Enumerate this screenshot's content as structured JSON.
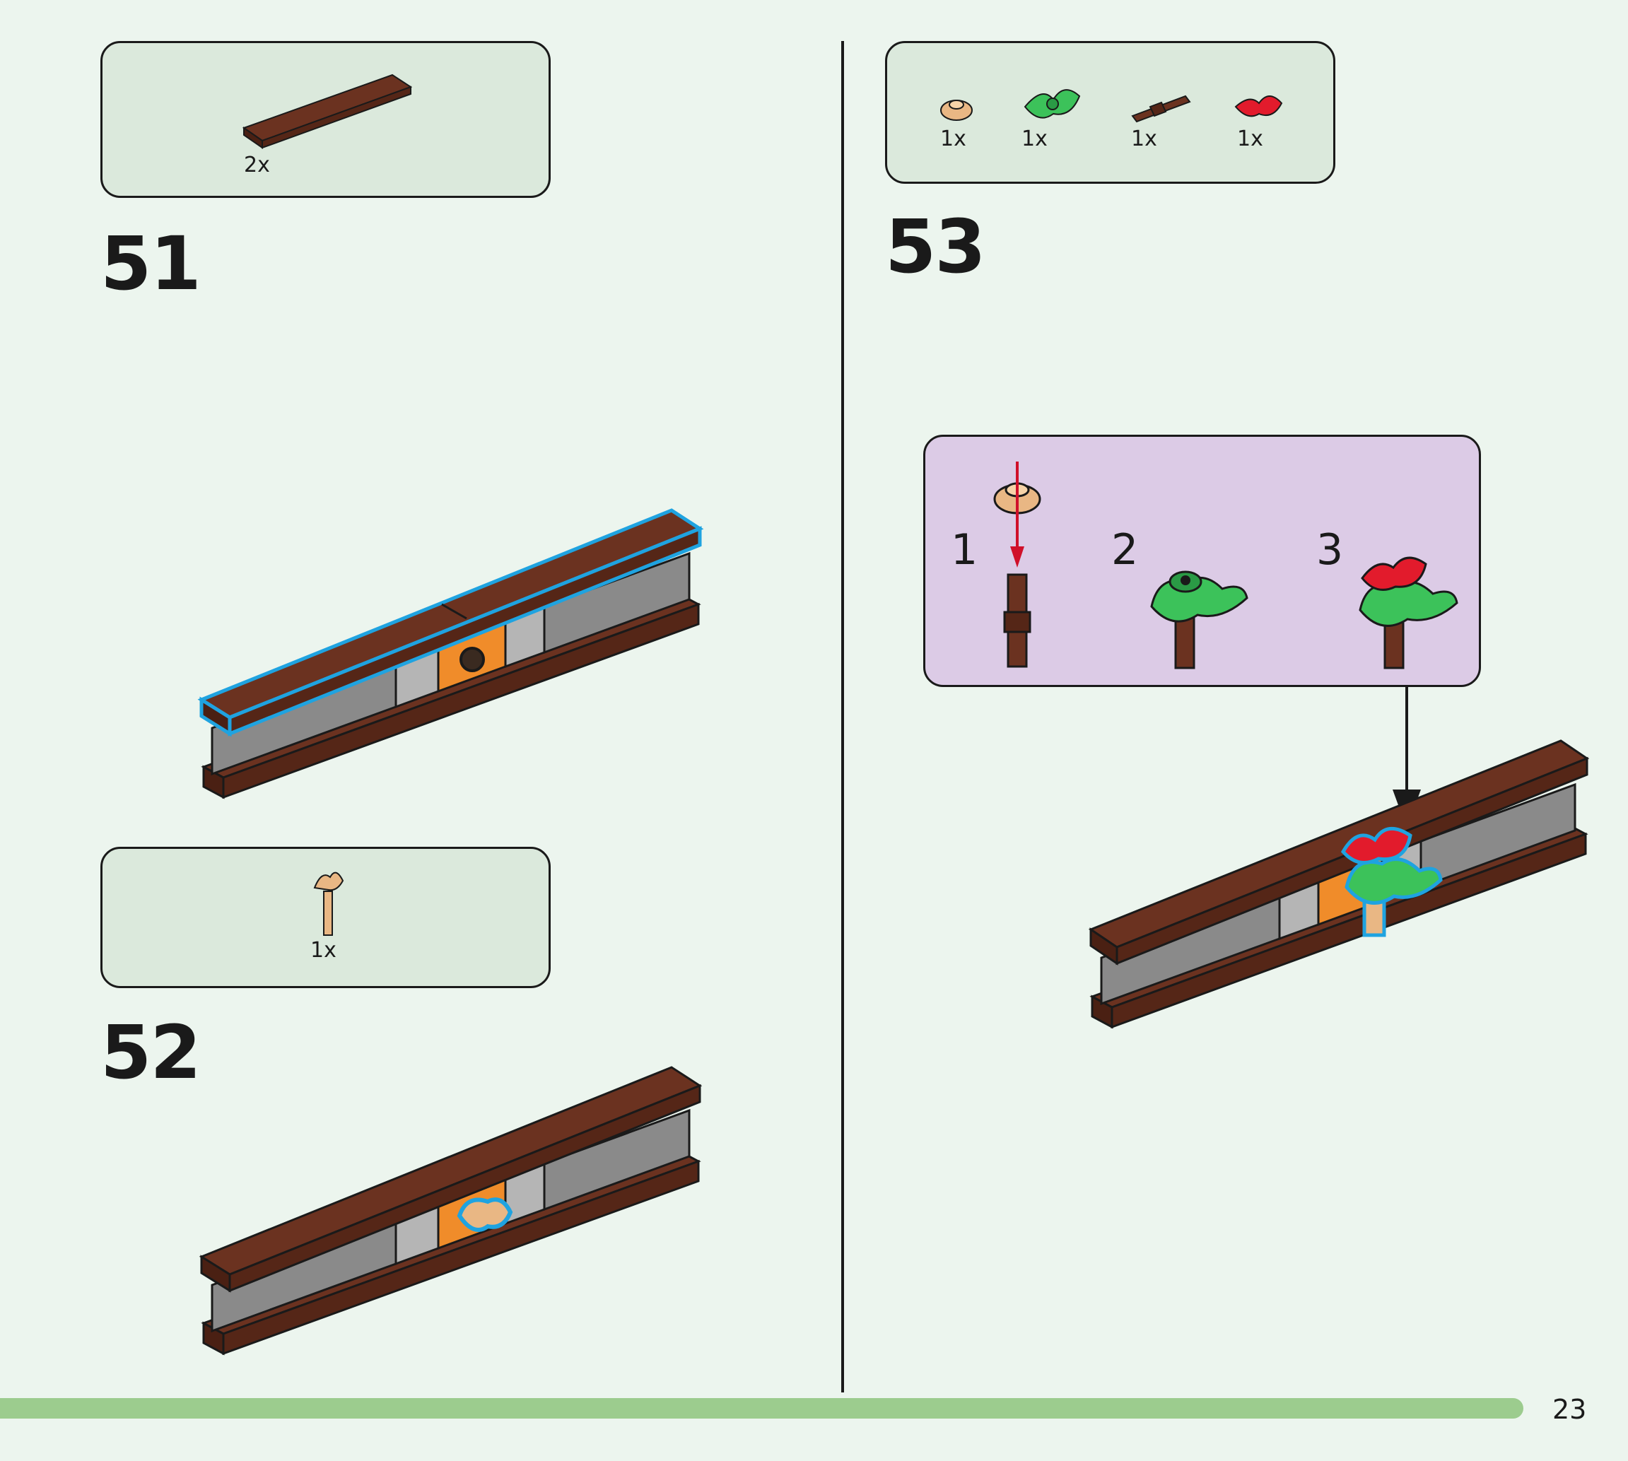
{
  "page_number": "23",
  "steps": [
    {
      "number": "51",
      "parts": [
        {
          "icon": "brown-tile-2x8-icon",
          "qty": "2x"
        }
      ]
    },
    {
      "number": "52",
      "parts": [
        {
          "icon": "tan-bar-holder-icon",
          "qty": "1x"
        }
      ]
    },
    {
      "number": "53",
      "parts": [
        {
          "icon": "tan-round-plate-icon",
          "qty": "1x"
        },
        {
          "icon": "green-leaves-icon",
          "qty": "1x"
        },
        {
          "icon": "brown-bar-icon",
          "qty": "1x"
        },
        {
          "icon": "red-flower-icon",
          "qty": "1x"
        }
      ],
      "substeps": [
        "1",
        "2",
        "3"
      ]
    }
  ],
  "colors": {
    "background": "#ecf5ee",
    "parts_box": "#dbe9dc",
    "substep_box": "#dccbe6",
    "brick_brown": "#6b3220",
    "brick_gray": "#8a8a8a",
    "brick_orange": "#f08c2a",
    "highlight_blue": "#1fa3e0",
    "progress_bar": "#9ccc8e",
    "arrow_red": "#d0102a"
  }
}
